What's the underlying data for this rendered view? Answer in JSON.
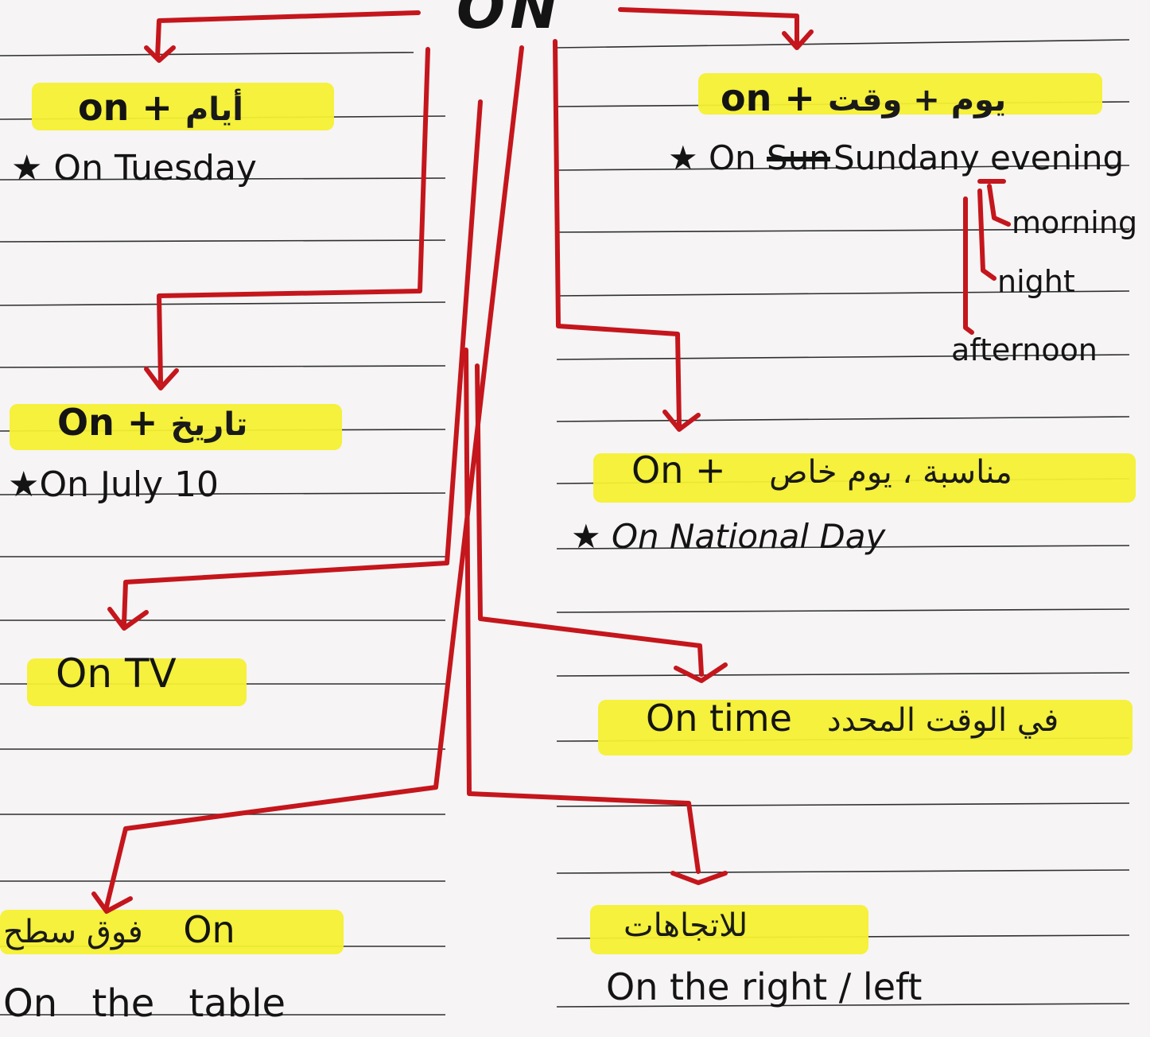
{
  "title": "ON",
  "left_branches": [
    {
      "id": "days",
      "heading_en": "on + ",
      "heading_ar": "أيام",
      "example": "★ On Tuesday"
    },
    {
      "id": "dates",
      "heading_en": "On + ",
      "heading_ar": "تاريخ",
      "example": "★On July 10"
    },
    {
      "id": "tv",
      "heading_en": "On TV",
      "heading_ar": "",
      "example": ""
    },
    {
      "id": "surface",
      "heading_en": "On",
      "heading_ar": "فوق سطح",
      "example": "On the table"
    }
  ],
  "right_branches": [
    {
      "id": "time-of-day",
      "heading_en": "on + ",
      "heading_ar": "يوم + وقت",
      "example_prefix": "★ On ",
      "example_struck": "Sun",
      "example_rest": "Sundany evening",
      "sub_items": [
        "morning",
        "night",
        "afternoon"
      ]
    },
    {
      "id": "occasion",
      "heading_en": "On + ",
      "heading_ar": "مناسبة ، يوم خاص",
      "example": "★ On National Day"
    },
    {
      "id": "on-time",
      "heading_en": "On time",
      "heading_ar": "في الوقت المحدد",
      "example": ""
    },
    {
      "id": "direction",
      "heading_en": "",
      "heading_ar": "للاتجاهات",
      "example": "On the right / left"
    }
  ],
  "colors": {
    "highlight": "#f4f031",
    "arrow": "#c4161c",
    "ink": "#141414",
    "ruled_line": "#3a3a3a"
  }
}
